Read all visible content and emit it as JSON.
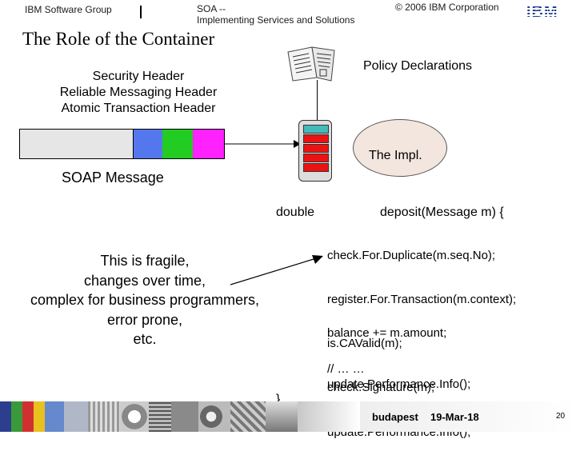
{
  "header": {
    "group": "IBM Software Group",
    "title_line1": "SOA --",
    "title_line2": "Implementing Services and Solutions",
    "copyright": "© 2006 IBM Corporation",
    "logo": "IBM"
  },
  "slide": {
    "title": "The Role of the Container",
    "headers": [
      "Security Header",
      "Reliable Messaging Header",
      "Atomic Transaction Header"
    ],
    "policy_label": "Policy Declarations",
    "impl_label": "The Impl.",
    "soap_label": "SOAP Message",
    "fragile_lines": [
      "This is fragile,",
      "changes over time,",
      "complex for business programmers,",
      "error prone,",
      "etc."
    ],
    "code": {
      "ret_type": "double",
      "signature": "deposit(Message m) {",
      "lines": [
        "check.For.Duplicate(m.seq.No);",
        "register.For.Transaction(m.context);",
        "is.CAValid(m);",
        "check.Signature(m);",
        "update.Performance.Info();"
      ],
      "balance": "balance += m.amount;",
      "comment": "// … …",
      "last": "update.Performance.Info();",
      "close": "}"
    }
  },
  "footer": {
    "location": "budapest",
    "date": "19-Mar-18",
    "page": "20"
  },
  "colors": {
    "blue": "#5577ee",
    "green": "#22cc22",
    "magenta": "#ff22ff",
    "teal": "#44bbbb",
    "red": "#ee1111",
    "bubble": "#f2e6df"
  }
}
